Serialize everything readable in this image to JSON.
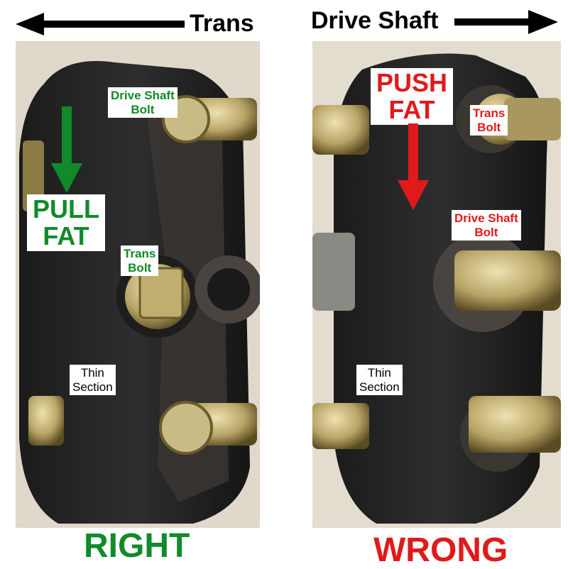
{
  "header": {
    "left_label": "Trans",
    "right_label": "Drive Shaft"
  },
  "left_photo": {
    "top_bolt_label": [
      "Drive Shaft",
      "Bolt"
    ],
    "middle_bolt_label": [
      "Trans",
      "Bolt"
    ],
    "thin_section_label": [
      "Thin",
      "Section"
    ],
    "instruction": [
      "PULL",
      "FAT"
    ],
    "verdict": "RIGHT"
  },
  "right_photo": {
    "top_bolt_label": [
      "Trans",
      "Bolt"
    ],
    "middle_bolt_label": [
      "Drive Shaft",
      "Bolt"
    ],
    "thin_section_label": [
      "Thin",
      "Section"
    ],
    "instruction": [
      "PUSH",
      "FAT"
    ],
    "verdict": "WRONG"
  },
  "colors": {
    "right_green": "#118a2a",
    "wrong_red": "#e01a1a",
    "rubber": "#242424",
    "bolt": "#b8a466"
  },
  "icons": {
    "header_left": "arrow-left-icon",
    "header_right": "arrow-right-icon",
    "left_arrow": "arrow-down-icon",
    "right_arrow": "arrow-down-icon"
  }
}
